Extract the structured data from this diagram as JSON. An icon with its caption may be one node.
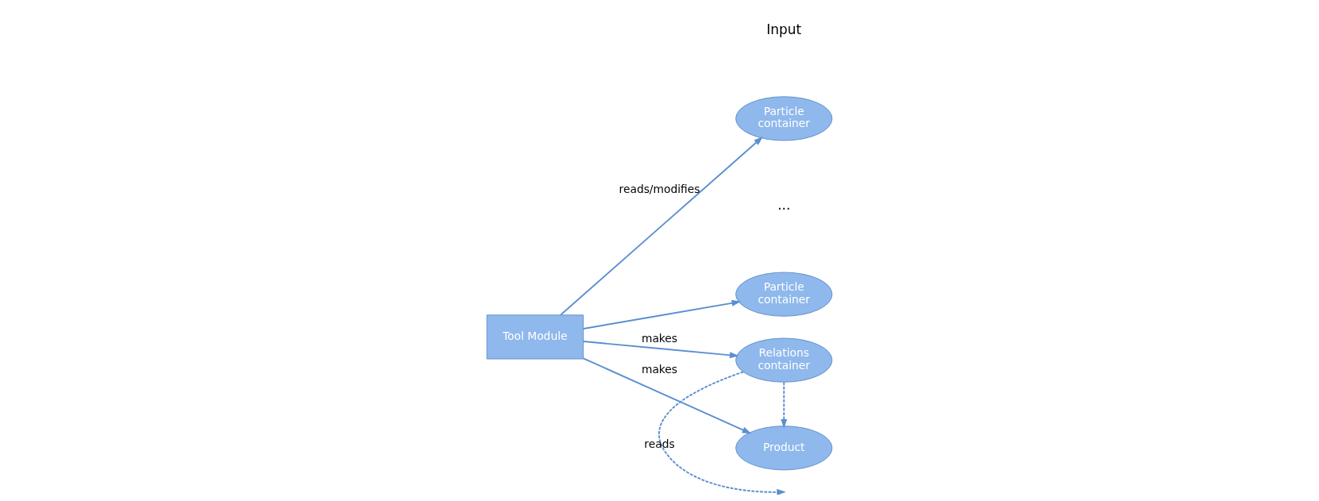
{
  "diagram": {
    "nodes": [
      {
        "text": [
          "Particle container"
        ]
      },
      {
        "text": [
          "Particle container"
        ]
      },
      {
        "text": [
          "Tool Module"
        ]
      },
      {
        "text": [
          "Product"
        ]
      },
      {
        "text": [
          "Relations container"
        ]
      }
    ],
    "edges": [
      {
        "from": 2,
        "to": 0,
        "arrow": "to",
        "label": "reads/modifies"
      },
      {
        "from": 2,
        "to": 1,
        "arrow": "to"
      },
      {
        "from": 2,
        "to": 3,
        "arrow": "to",
        "label": "makes"
      },
      {
        "from": 2,
        "to": 4,
        "arrow": "to",
        "label": "makes"
      },
      {
        "from": 4,
        "to": 3,
        "arrow": "to",
        "style": "dashed"
      },
      {
        "from": 4,
        "to": null,
        "arrow": "to",
        "style": "dashed",
        "label": "reads"
      }
    ],
    "labels": [
      "Input",
      "..."
    ]
  }
}
